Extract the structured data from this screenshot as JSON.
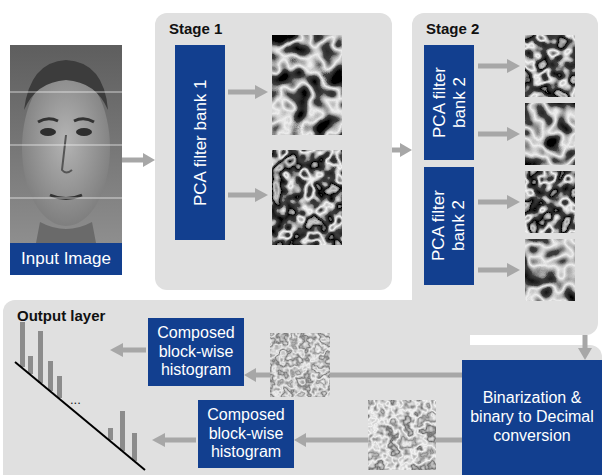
{
  "diagram": {
    "nodes": [
      {
        "text": [
          "Input Image"
        ]
      },
      {
        "text": [
          "Stage 1"
        ]
      },
      {
        "text": [
          "PCA filter bank 1"
        ],
        "in": 1
      },
      {
        "text": [
          "Stage 2"
        ]
      },
      {
        "text": [
          "PCA filter bank 2"
        ],
        "in": 3
      },
      {
        "text": [
          "PCA filter bank 2"
        ],
        "in": 3
      },
      {
        "text": [
          "Output layer"
        ]
      },
      {
        "text": [
          "Composed block-wise histogram"
        ],
        "in": 6
      },
      {
        "text": [
          "Composed block-wise histogram"
        ],
        "in": 6
      },
      {
        "text": [
          "Binarization & binary to Decimal conversion"
        ]
      }
    ],
    "edges": [
      {
        "from": 0,
        "to": 1,
        "arrow": "to"
      },
      {
        "from": 1,
        "to": 3,
        "arrow": "to"
      },
      {
        "from": 3,
        "to": 9,
        "arrow": "to"
      },
      {
        "from": 9,
        "to": 7,
        "arrow": "to"
      },
      {
        "from": 9,
        "to": 8,
        "arrow": "to"
      }
    ],
    "labels": [
      "..."
    ]
  }
}
